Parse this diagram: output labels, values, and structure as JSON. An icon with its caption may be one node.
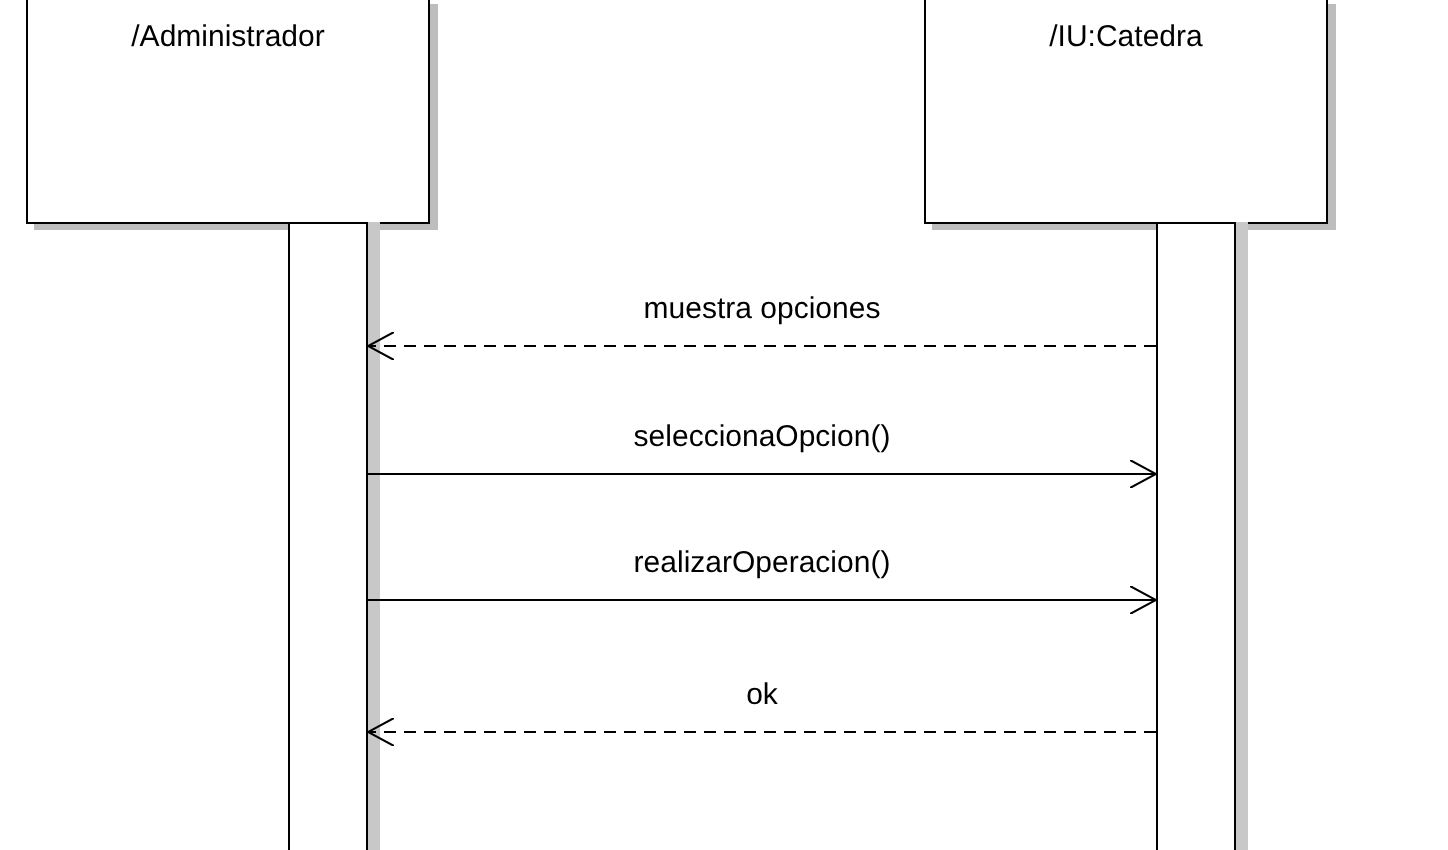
{
  "diagram": {
    "nodes": [
      {
        "text": [
          "/Administrador"
        ]
      },
      {
        "text": [
          "/IU:Catedra"
        ]
      },
      {
        "text": [],
        "shape": "bar"
      },
      {
        "text": [],
        "shape": "bar"
      }
    ],
    "edges": [
      {
        "from": 3,
        "to": 2,
        "arrow": "to",
        "label": "muestra opciones",
        "style": "dashed"
      },
      {
        "from": 2,
        "to": 3,
        "arrow": "to",
        "label": "seleccionaOpcion()"
      },
      {
        "from": 2,
        "to": 3,
        "arrow": "to",
        "label": "realizarOperacion()"
      },
      {
        "from": 3,
        "to": 2,
        "arrow": "to",
        "label": "ok",
        "style": "dashed"
      }
    ]
  }
}
